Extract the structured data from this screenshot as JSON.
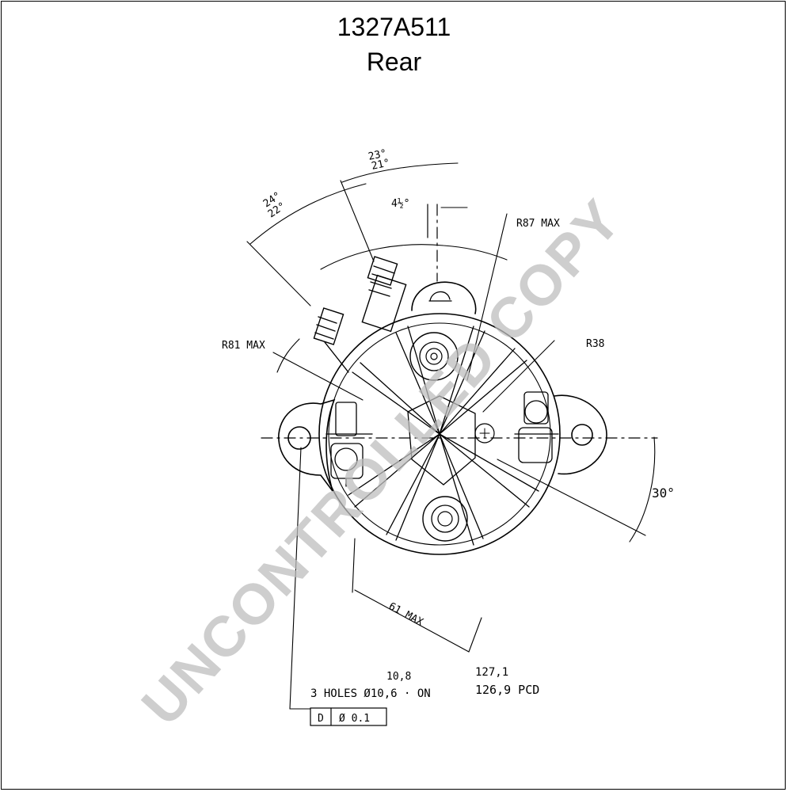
{
  "header": {
    "part_number": "1327A511",
    "view": "Rear"
  },
  "dimensions": {
    "angle_outer": "24°",
    "angle_outer_alt": "22°",
    "angle_inner": "23°",
    "angle_inner_alt": "21°",
    "offset": "4½°",
    "r87": "R87 MAX",
    "r81": "R81 MAX",
    "r38": "R38",
    "angle_30": "30°",
    "len_61": "61 MAX",
    "pcd_upper": "127,1",
    "pcd_lower": "126,9 PCD",
    "hole_upper": "10,8",
    "holes_note": "3 HOLES Ø10,6 · ON",
    "tolerance_datum": "D",
    "tolerance_value": "Ø 0.1"
  },
  "watermark": {
    "text": "UNCONTROLLED COPY",
    "color": "#bdbdbd"
  },
  "colors": {
    "ink": "#000000",
    "background": "#ffffff"
  }
}
